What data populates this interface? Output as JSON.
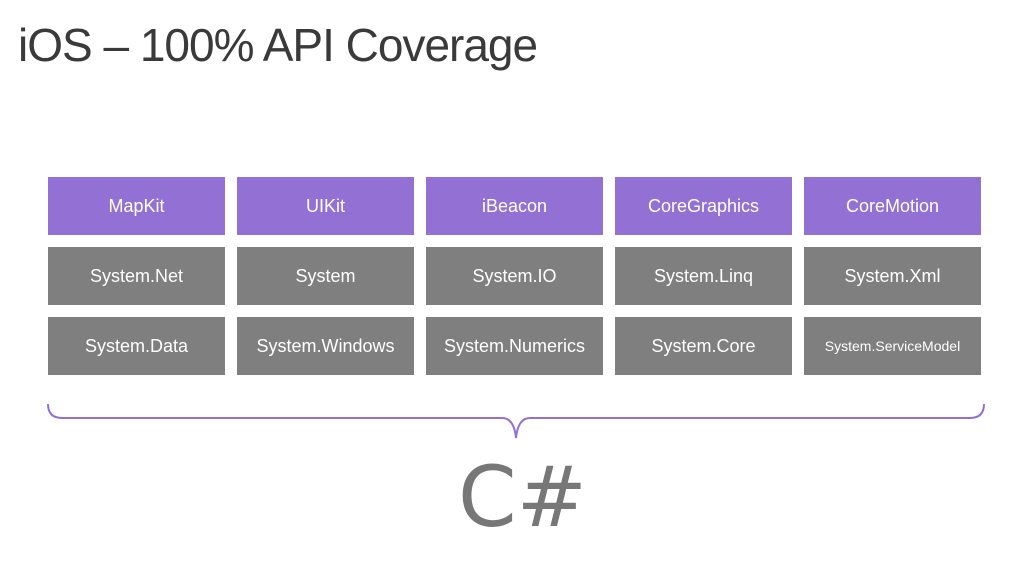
{
  "title": "iOS – 100% API Coverage",
  "ios_apis": [
    "MapKit",
    "UIKit",
    "iBeacon",
    "CoreGraphics",
    "CoreMotion"
  ],
  "dotnet_row1": [
    "System.Net",
    "System",
    "System.IO",
    "System.Linq",
    "System.Xml"
  ],
  "dotnet_row2": [
    "System.Data",
    "System.Windows",
    "System.Numerics",
    "System.Core",
    "System.ServiceModel"
  ],
  "language": "C#",
  "colors": {
    "purple": "#9370d4",
    "gray": "#7f7f7f",
    "brace": "#9370d4"
  }
}
